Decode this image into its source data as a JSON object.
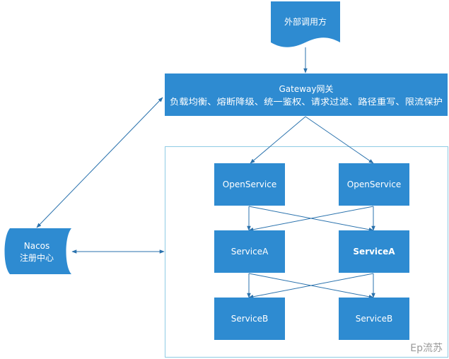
{
  "colors": {
    "node_fill": "#2e8bd1",
    "edge": "#2a72ad",
    "container_border": "#8fcbe4",
    "text": "#ffffff"
  },
  "external_caller": {
    "label": "外部调用方"
  },
  "gateway": {
    "title": "Gateway网关",
    "features": "负载均衡、熔断降级、统一鉴权、请求过滤、路径重写、限流保护"
  },
  "nacos": {
    "name": "Nacos",
    "role": "注册中心"
  },
  "services": {
    "open_left": "OpenService",
    "open_right": "OpenService",
    "a_left": "ServiceA",
    "a_right": "ServiceA",
    "b_left": "ServiceB",
    "b_right": "ServiceB"
  },
  "watermark": "Ep流苏"
}
